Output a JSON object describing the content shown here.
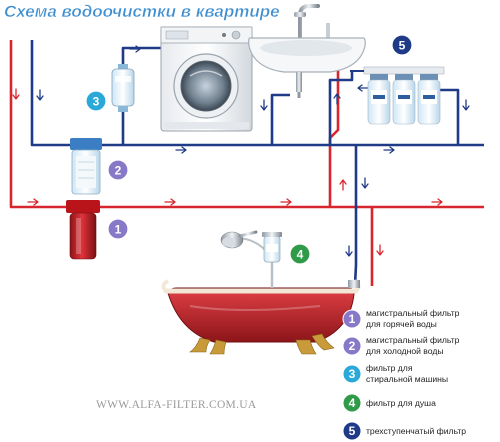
{
  "title": "Схема водоочистки в квартире",
  "watermark": "WWW.ALFA-FILTER.COM.UA",
  "colors": {
    "hot_pipe": "#d8262f",
    "cold_pipe": "#1f3a86",
    "title": "#3f8fd0",
    "badge_1": "#8878c8",
    "badge_2": "#8878c8",
    "badge_3": "#2aa8d8",
    "badge_4": "#2f9a47",
    "badge_5": "#1f3a86"
  },
  "badges": [
    {
      "num": "1",
      "color": "#8878c8"
    },
    {
      "num": "2",
      "color": "#8878c8"
    },
    {
      "num": "3",
      "color": "#2aa8d8"
    },
    {
      "num": "4",
      "color": "#2f9a47"
    },
    {
      "num": "5",
      "color": "#1f3a86"
    }
  ],
  "legend": [
    {
      "num": "1",
      "color": "#8878c8",
      "line1": "магистральный фильтр",
      "line2": "для горячей воды"
    },
    {
      "num": "2",
      "color": "#8878c8",
      "line1": "магистральный фильтр",
      "line2": "для холодной воды"
    },
    {
      "num": "3",
      "color": "#2aa8d8",
      "line1": "фильтр для",
      "line2": "стиральной машины"
    },
    {
      "num": "4",
      "color": "#2f9a47",
      "line1": "фильтр для душа",
      "line2": ""
    },
    {
      "num": "5",
      "color": "#1f3a86",
      "line1": "трехступенчатый фильтр",
      "line2": ""
    }
  ]
}
